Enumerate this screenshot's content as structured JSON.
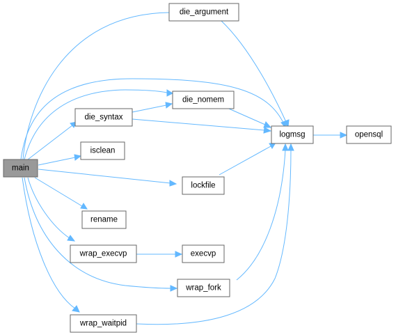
{
  "nodes": {
    "main": "main",
    "die_argument": "die_argument",
    "die_nomem": "die_nomem",
    "die_syntax": "die_syntax",
    "isclean": "isclean",
    "lockfile": "lockfile",
    "rename": "rename",
    "wrap_execvp": "wrap_execvp",
    "execvp": "execvp",
    "wrap_fork": "wrap_fork",
    "wrap_waitpid": "wrap_waitpid",
    "logmsg": "logmsg",
    "opensql": "opensql"
  },
  "colors": {
    "edge": "#63b8ff",
    "node_border": "#666666",
    "main_fill": "#999999",
    "node_fill": "#ffffff"
  }
}
